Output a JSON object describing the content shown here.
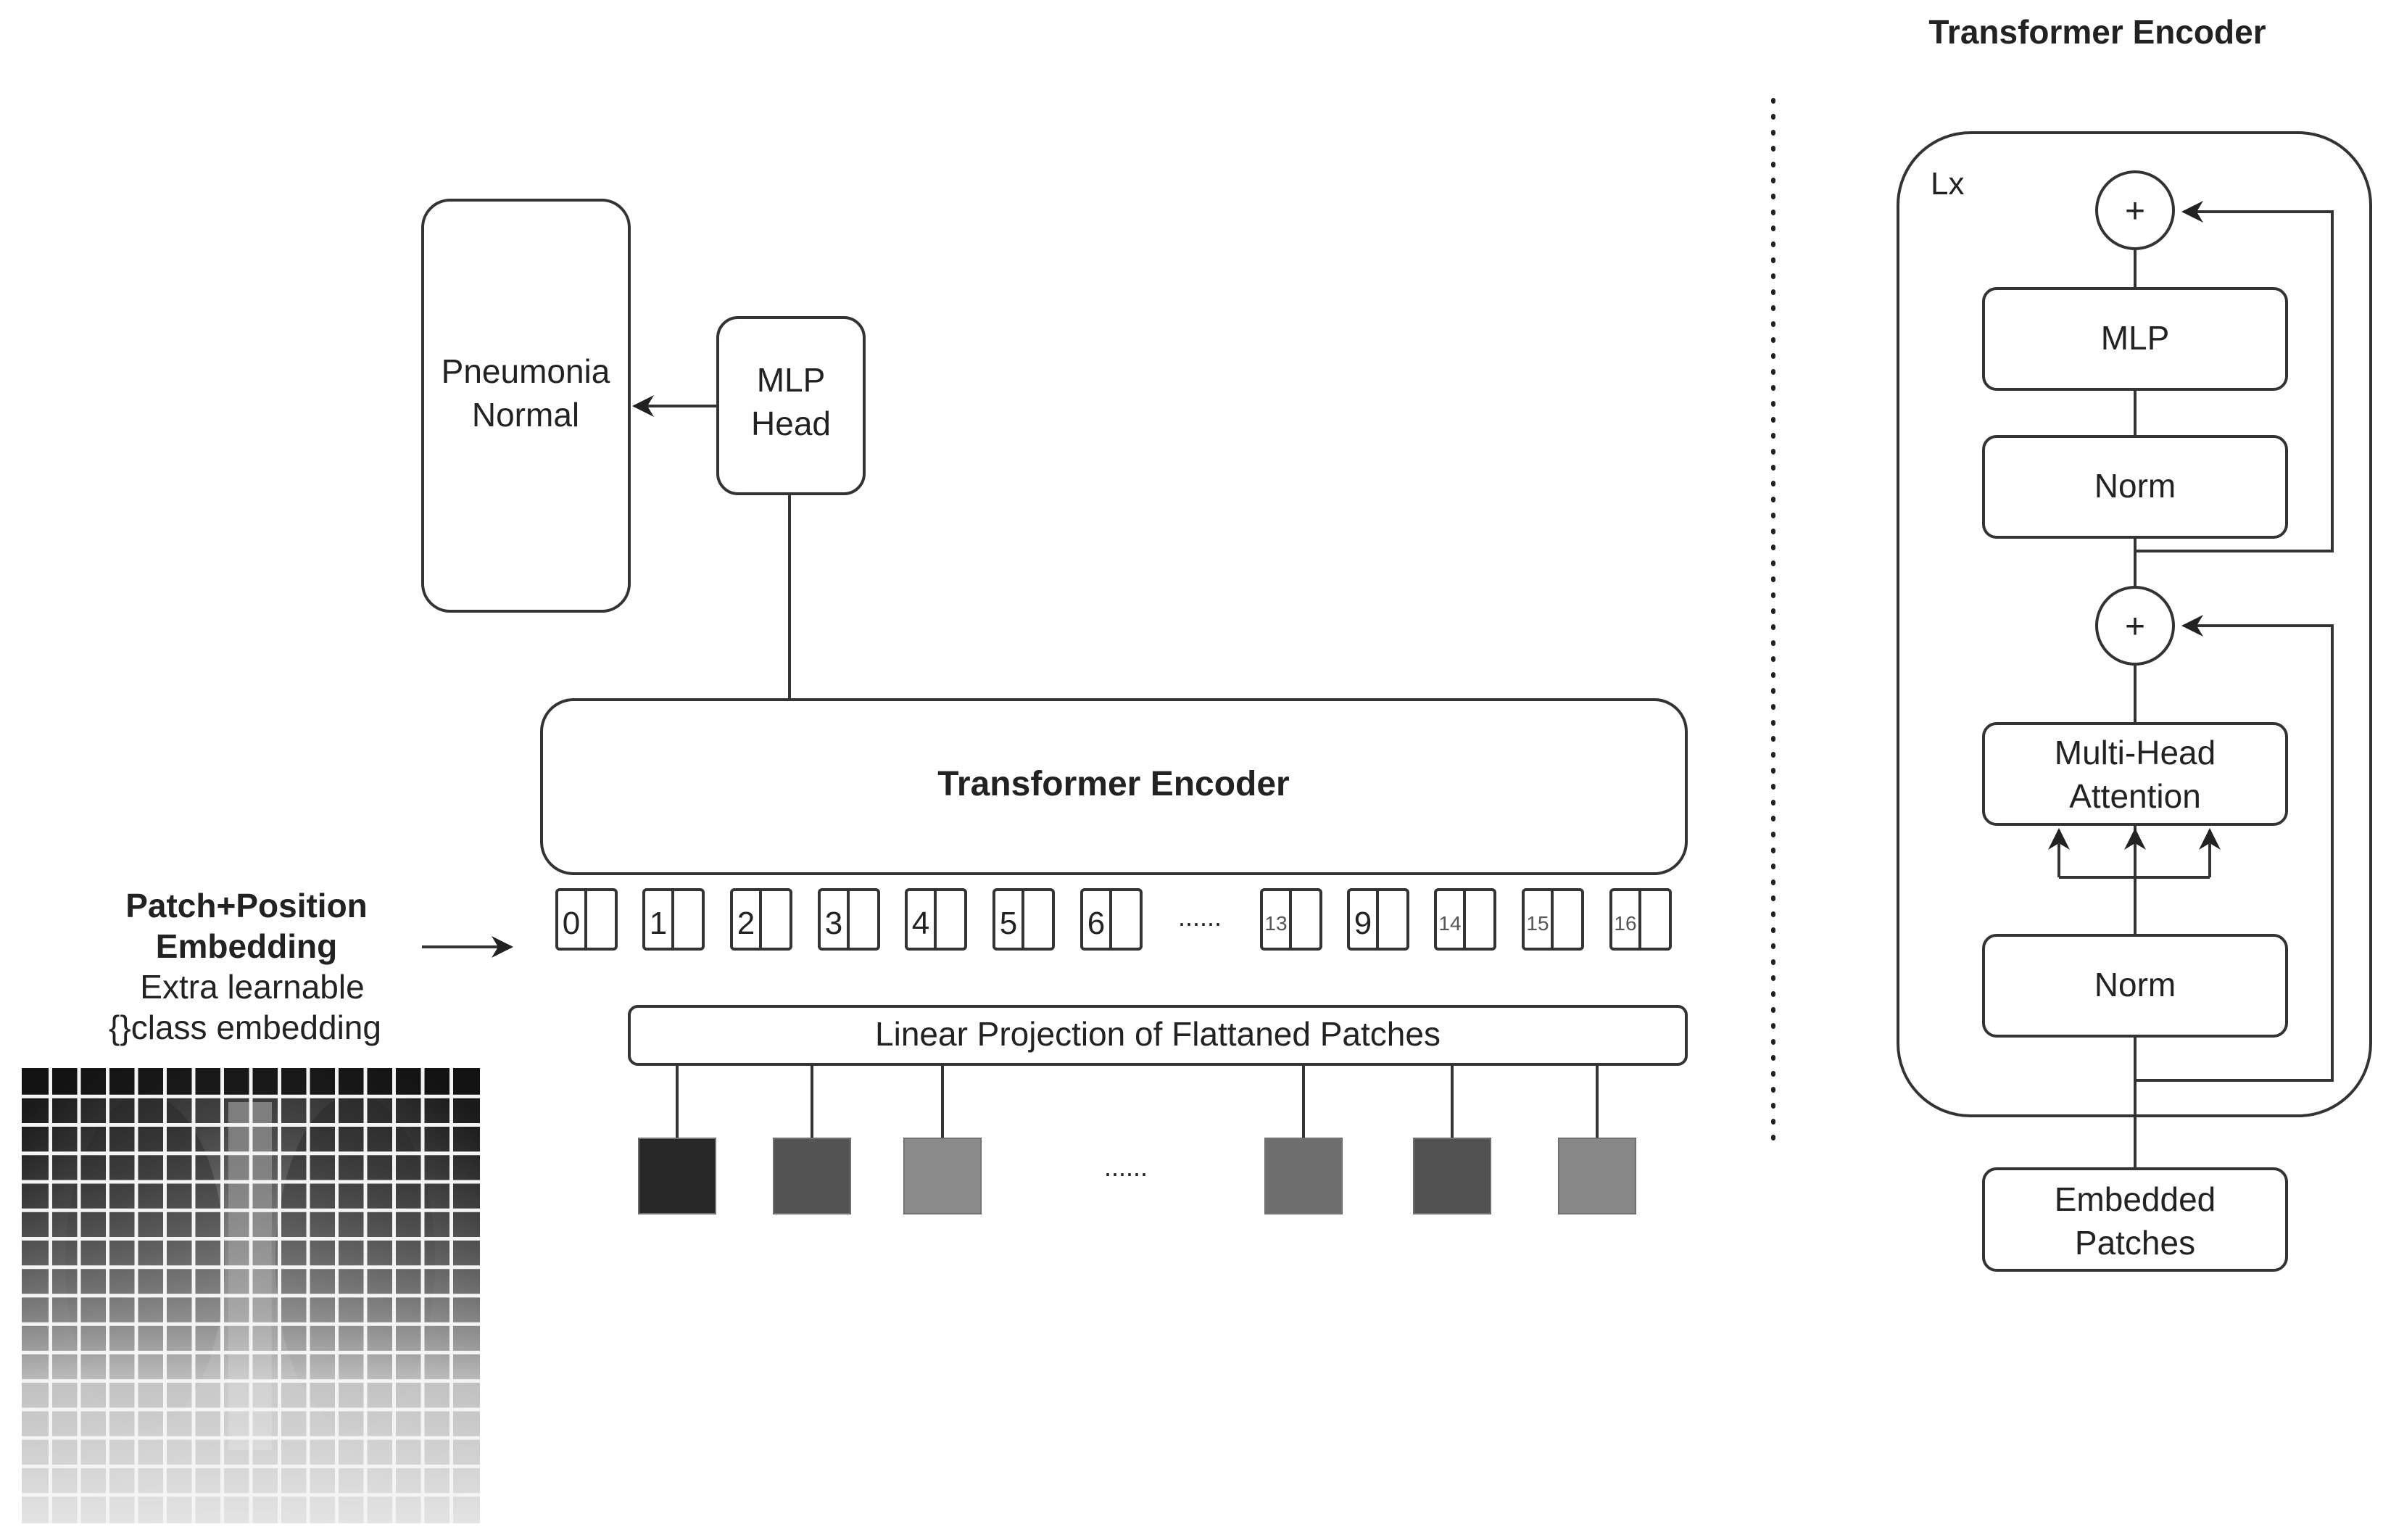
{
  "left": {
    "output_box": {
      "line1": "Pneumonia",
      "line2": "Normal"
    },
    "mlp_head": {
      "line1": "MLP",
      "line2": "Head"
    },
    "encoder_title": "Transformer Encoder",
    "embedding_labels": {
      "line1": "Patch+Position",
      "line2": "Embedding",
      "line3": "Extra learnable",
      "line4": "{}class embedding"
    },
    "tokens": [
      "0",
      "1",
      "2",
      "3",
      "4",
      "5",
      "6",
      "13",
      "9",
      "14",
      "15",
      "16"
    ],
    "token_ellipsis": "......",
    "projection_label": "Linear Projection of Flattaned Patches",
    "patch_ellipsis": "......",
    "patch_shades": [
      "#0a0a0a",
      "#3c3c3c",
      "#7a7a7a",
      "#5a5a5a",
      "#3a3a3a",
      "#777777"
    ]
  },
  "right": {
    "title": "Transformer Encoder",
    "repeat_label": "Lx",
    "plus_symbol": "+",
    "mlp": "MLP",
    "norm_top": "Norm",
    "attention": {
      "line1": "Multi-Head",
      "line2": "Attention"
    },
    "norm_bottom": "Norm",
    "embedded": {
      "line1": "Embedded",
      "line2": "Patches"
    }
  }
}
